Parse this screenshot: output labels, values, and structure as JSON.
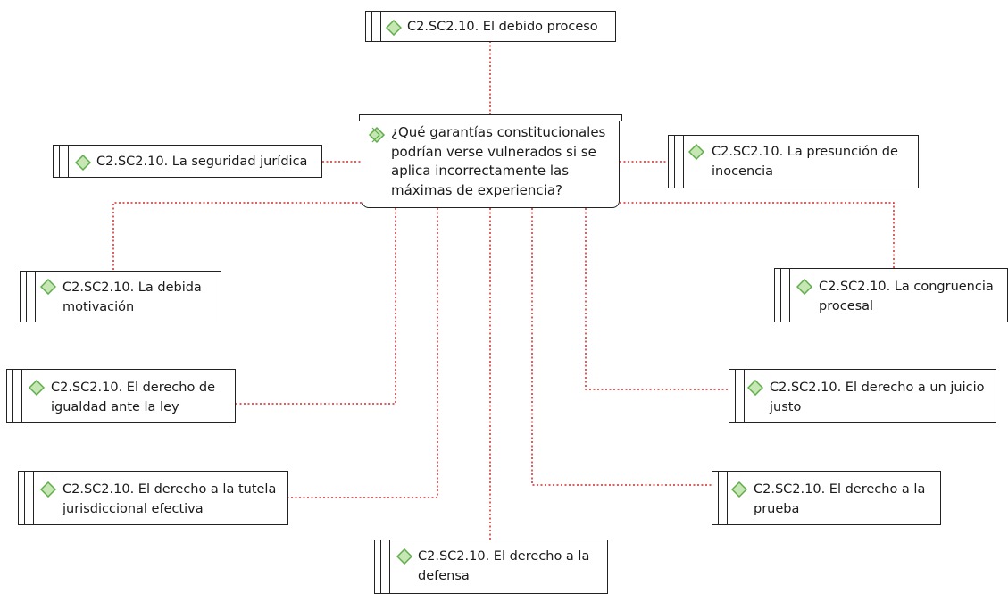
{
  "central": {
    "label": "¿Qué garantías constitucionales podrían verse vulnerados si se aplica incorrectamente las máximas de experiencia?"
  },
  "nodes": {
    "debido_proceso": {
      "line1": "C2.SC2.10. El debido proceso"
    },
    "seguridad_juridica": {
      "line1": "C2.SC2.10. La seguridad jurídica"
    },
    "presuncion_inocencia": {
      "line1": "C2.SC2.10. La presunción de",
      "line2": "inocencia"
    },
    "debida_motivacion": {
      "line1": "C2.SC2.10. La debida",
      "line2": "motivación"
    },
    "congruencia_procesal": {
      "line1": "C2.SC2.10. La congruencia",
      "line2": "procesal"
    },
    "igualdad": {
      "line1": "C2.SC2.10. El derecho de",
      "line2": "igualdad ante la ley"
    },
    "juicio_justo": {
      "line1": "C2.SC2.10. El derecho a un juicio",
      "line2": "justo"
    },
    "tutela": {
      "line1": "C2.SC2.10. El derecho a la tutela",
      "line2": "jurisdiccional efectiva"
    },
    "prueba": {
      "line1": "C2.SC2.10. El derecho a la",
      "line2": "prueba"
    },
    "defensa": {
      "line1": "C2.SC2.10. El derecho a la",
      "line2": "defensa"
    }
  },
  "colors": {
    "link": "#d42a2a",
    "icon_fill": "#c6e7b4",
    "icon_stroke": "#5fae4a",
    "border": "#222222"
  }
}
